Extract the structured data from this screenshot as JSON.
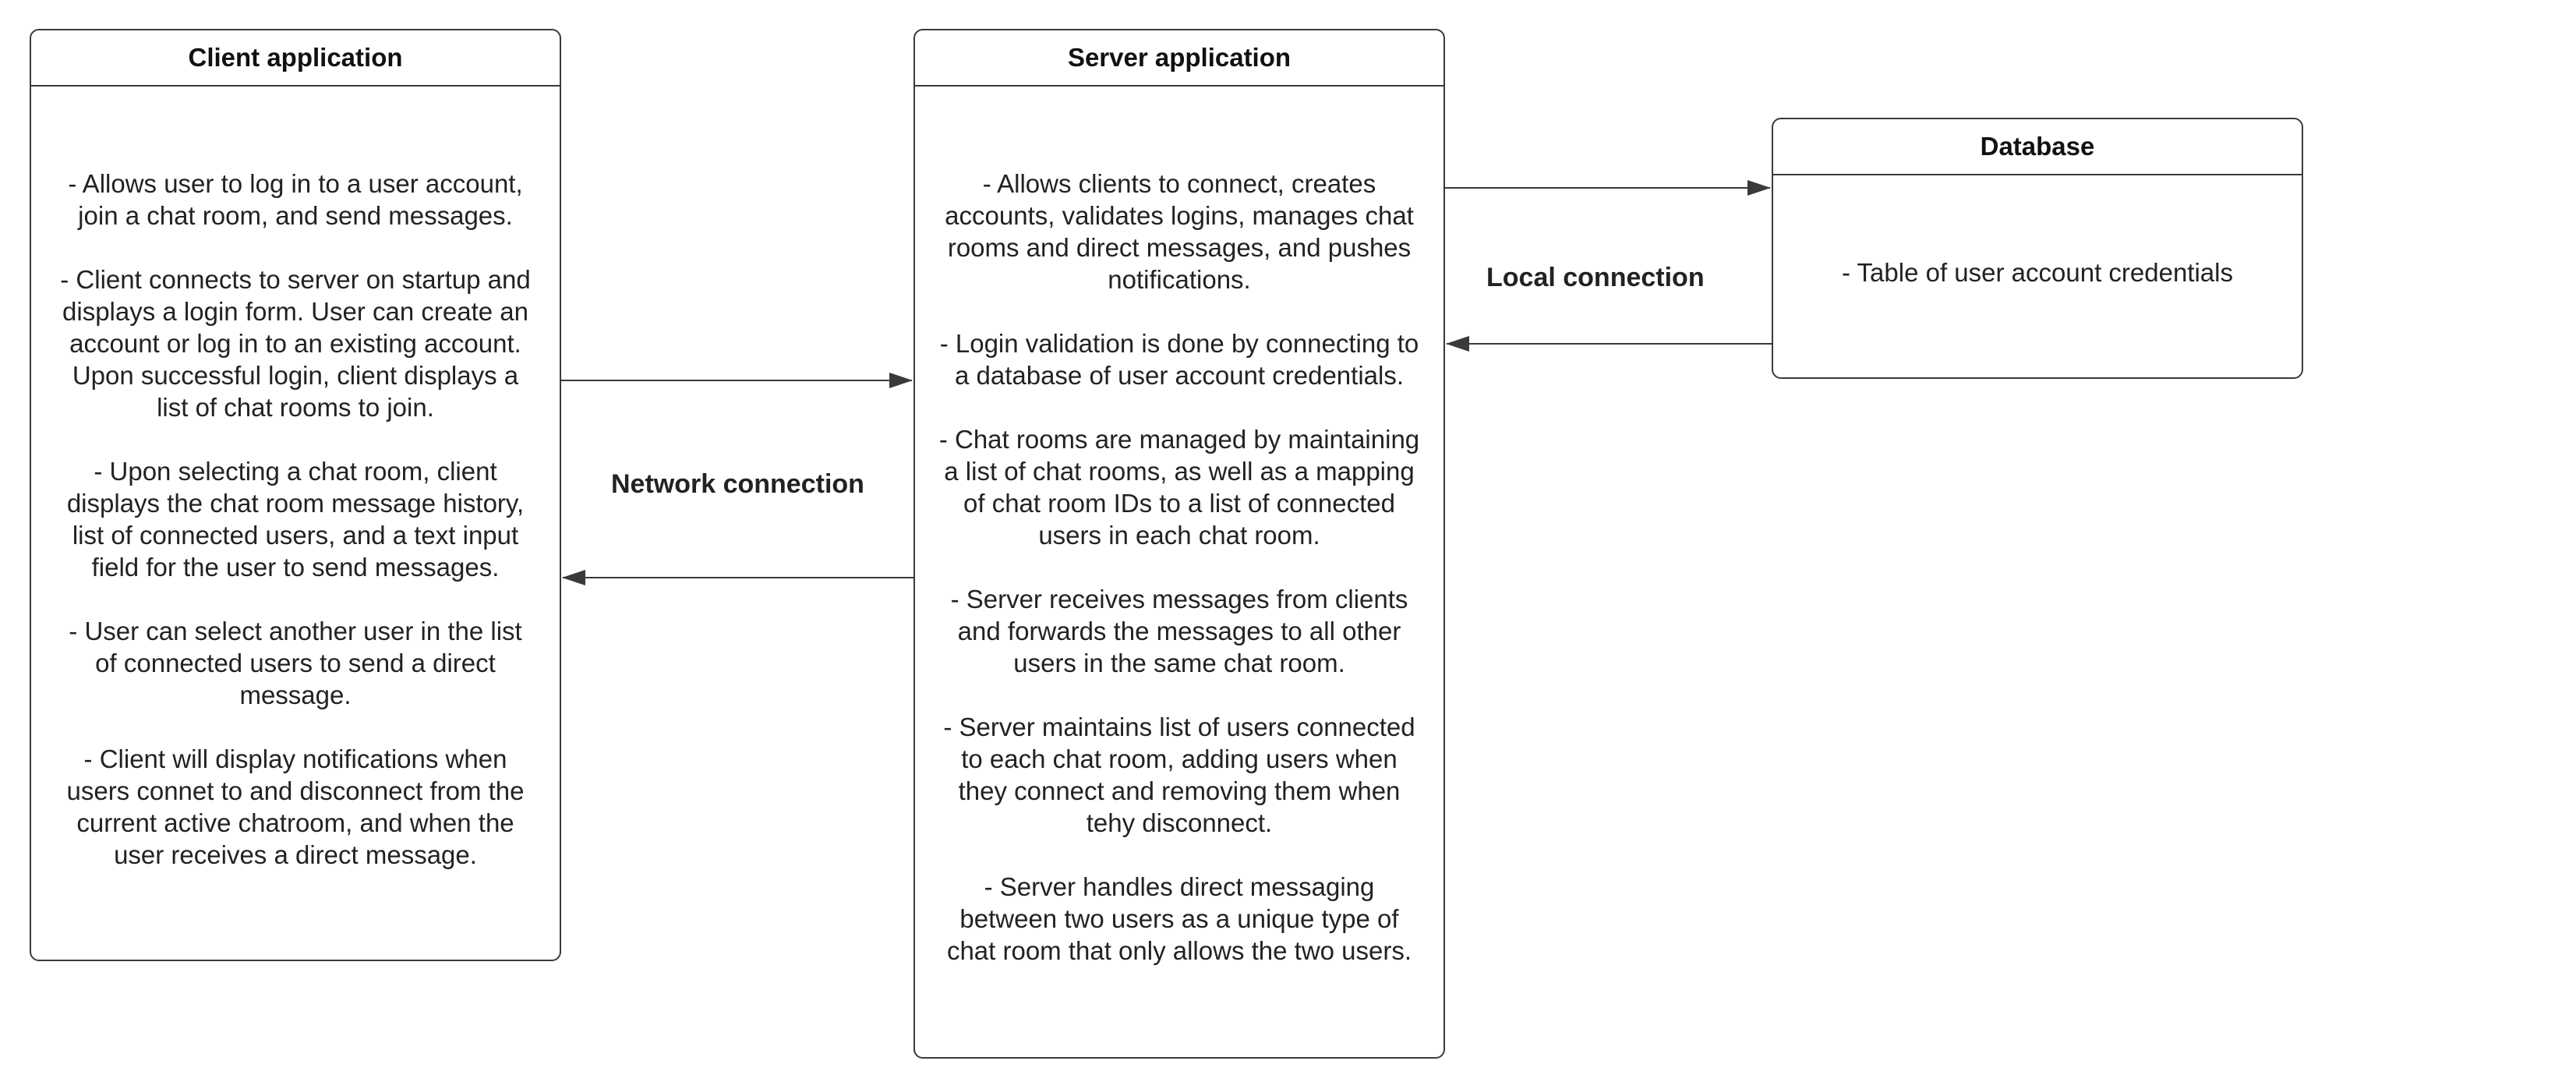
{
  "client": {
    "title": "Client application",
    "paragraphs": [
      {
        "lines": [
          "- Allows user to log in to a user account,",
          "join a chat room, and send messages."
        ]
      },
      {
        "lines": [
          "- Client connects to server on startup and",
          "displays a login form. User can create an",
          "account or log in to an existing account.",
          "Upon successful login, client displays a",
          "list of chat rooms to join."
        ]
      },
      {
        "lines": [
          "- Upon selecting a chat room, client",
          "displays the chat room message history,",
          "list of connected users, and a text input",
          "field for the user to send messages."
        ]
      },
      {
        "lines": [
          "- User can select another user in the list",
          "of connected users to send a direct",
          "message."
        ]
      },
      {
        "lines": [
          "- Client will display notifications when",
          "users connet to and disconnect from the",
          "current active chatroom, and when the",
          "user receives a direct message."
        ]
      }
    ]
  },
  "server": {
    "title": "Server application",
    "paragraphs": [
      {
        "lines": [
          "- Allows clients to connect, creates",
          "accounts, validates logins, manages chat",
          "rooms and direct messages, and pushes",
          "notifications."
        ]
      },
      {
        "lines": [
          "- Login validation is done by connecting to",
          "a database of user account credentials."
        ]
      },
      {
        "lines": [
          "- Chat rooms are managed by maintaining",
          "a list of chat rooms, as well as a mapping",
          "of chat room IDs to a list of connected",
          "users in each chat room."
        ]
      },
      {
        "lines": [
          "- Server receives messages from clients",
          "and forwards the messages to all other",
          "users in the same chat room."
        ]
      },
      {
        "lines": [
          "- Server maintains list of users connected",
          "to each chat room, adding users when",
          "they connect and removing them when",
          "tehy disconnect."
        ]
      },
      {
        "lines": [
          "- Server handles direct messaging",
          "between two users as a unique type of",
          "chat room that only allows the two users."
        ]
      }
    ]
  },
  "database": {
    "title": "Database",
    "paragraphs": [
      {
        "lines": [
          "- Table of user account credentials"
        ]
      }
    ]
  },
  "connections": {
    "network_label": "Network connection",
    "local_label": "Local connection"
  },
  "colors": {
    "stroke": "#3a3a3a",
    "text": "#222222"
  }
}
